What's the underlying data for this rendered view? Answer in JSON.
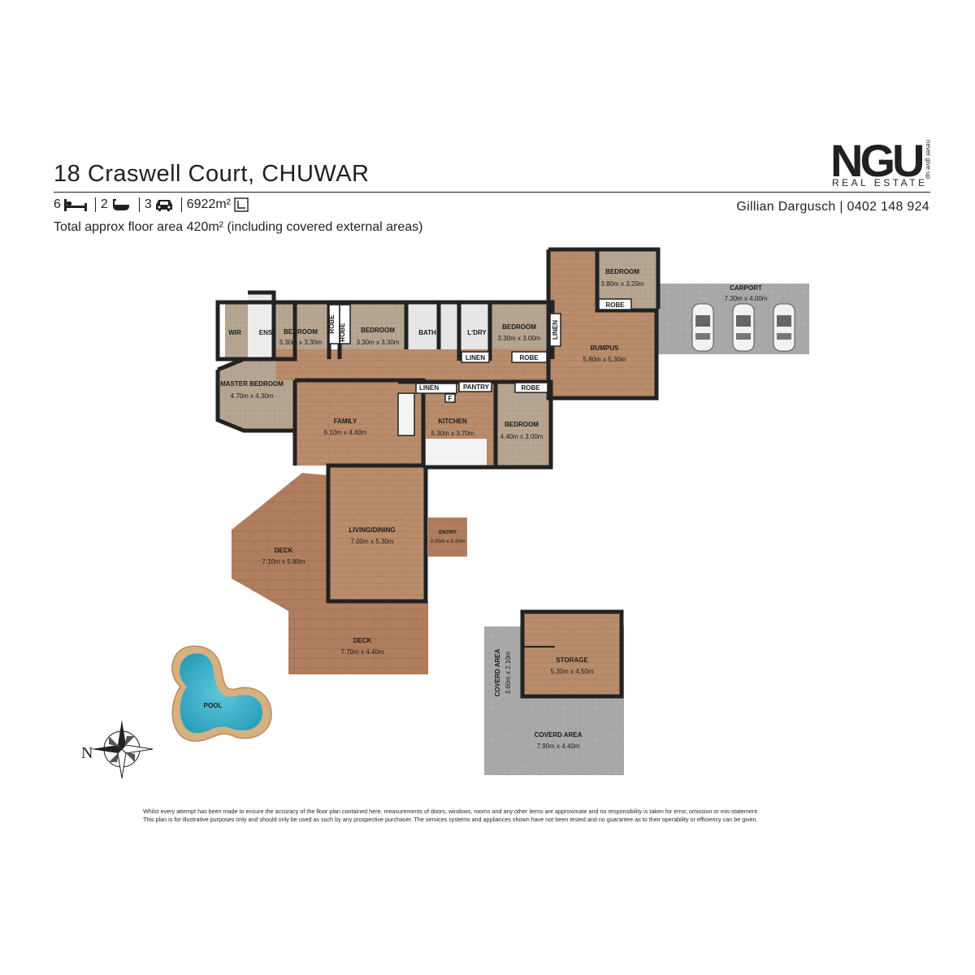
{
  "header": {
    "address": "18 Craswell Court, CHUWAR",
    "beds": "6",
    "baths": "2",
    "cars": "3",
    "land": "6922m²",
    "total_area": "Total approx floor area 420m² (including covered external areas)",
    "agent": "Gillian Dargusch | 0402 148 924"
  },
  "logo": {
    "mark": "NGU",
    "subtitle": "REAL ESTATE",
    "tagline": "never give up"
  },
  "rooms": {
    "wir": "WIR",
    "ens": "ENS",
    "bedroom1": {
      "name": "BEDROOM",
      "dim": "3.30m x 3.30m"
    },
    "robe1": "ROBE",
    "robe2": "ROBE",
    "bedroom2": {
      "name": "BEDROOM",
      "dim": "3.30m x 3.30m"
    },
    "bath": "BATH",
    "ldry": "L'DRY",
    "linen1": "LINEN",
    "bedroom3": {
      "name": "BEDROOM",
      "dim": "3.30m x 3.00m"
    },
    "robe3": "ROBE",
    "linen2": "LINEN",
    "bedroom4": {
      "name": "BEDROOM",
      "dim": "3.80m x 3.20m"
    },
    "robe4": "ROBE",
    "rumpus": {
      "name": "RUMPUS",
      "dim": "5.80m x 5.30m"
    },
    "carport": {
      "name": "CARPORT",
      "dim": "7.30m x 4.00m"
    },
    "master": {
      "name": "MASTER BEDROOM",
      "dim": "4.70m x 4.30m"
    },
    "family": {
      "name": "FAMILY",
      "dim": "6.10m x 4.40m"
    },
    "linen3": "LINEN",
    "pantry": "PANTRY",
    "fridge": "F",
    "kitchen": {
      "name": "KITCHEN",
      "dim": "5.30m x 3.70m"
    },
    "robe5": "ROBE",
    "bedroom5": {
      "name": "BEDROOM",
      "dim": "4.40m x 3.00m"
    },
    "living": {
      "name": "LIVING/DINING",
      "dim": "7.00m x 5.30m"
    },
    "entry": {
      "name": "ENTRY",
      "dim": "2.30m x 2.20m"
    },
    "deck1": {
      "name": "DECK",
      "dim": "7.10m x 5.80m"
    },
    "deck2": {
      "name": "DECK",
      "dim": "7.70m x 4.40m"
    },
    "pool": "POOL",
    "storage": {
      "name": "STORAGE",
      "dim": "5.30m x 4.50m"
    },
    "coverd1": {
      "name": "COVERD AREA",
      "dim": "3.60m x 2.10m"
    },
    "coverd2": {
      "name": "COVERD AREA",
      "dim": "7.90m x 4.40m"
    }
  },
  "compass": {
    "north": "N"
  },
  "disclaimer": [
    "Whilst every attempt has been made to ensure the accuracy of the floor plan contained here, measurements of doors, windows, rooms and any other items are approximate and no responsibility is taken for error, omission or mis-statement.",
    "This plan is for illustrative purposes only and should only be used as such by any prospective purchaser. The services systems and appliances shown have not been tested and no guarantee as to their operability or efficiency can be given."
  ],
  "colors": {
    "timber": "#b98c6c",
    "carpet": "#b5a48f",
    "concrete": "#a5a5a5",
    "pool_water": "#3bb0c9",
    "pool_edge": "#d8b48a"
  }
}
